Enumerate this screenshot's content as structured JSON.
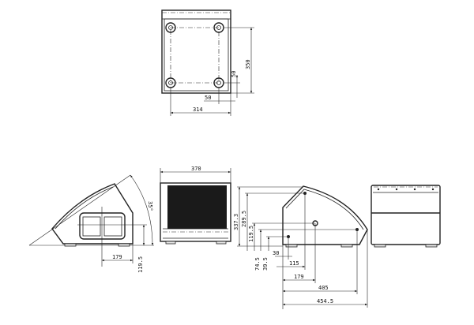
{
  "top_view": {
    "width_314": "314",
    "foot_offset_x": "50",
    "foot_offset_y": "50",
    "depth_350": "350"
  },
  "side_view_left": {
    "angle": "35°",
    "handle_x": "179",
    "handle_height": "119.5"
  },
  "front_view": {
    "width_370": "370"
  },
  "side_view_right": {
    "heights": [
      "337.3",
      "289.5",
      "119.5",
      "74.5",
      "39.5"
    ],
    "lengths": [
      "30",
      "115",
      "179",
      "405",
      "454.5"
    ]
  },
  "colors": {
    "line": "#222222",
    "background": "#ffffff"
  }
}
